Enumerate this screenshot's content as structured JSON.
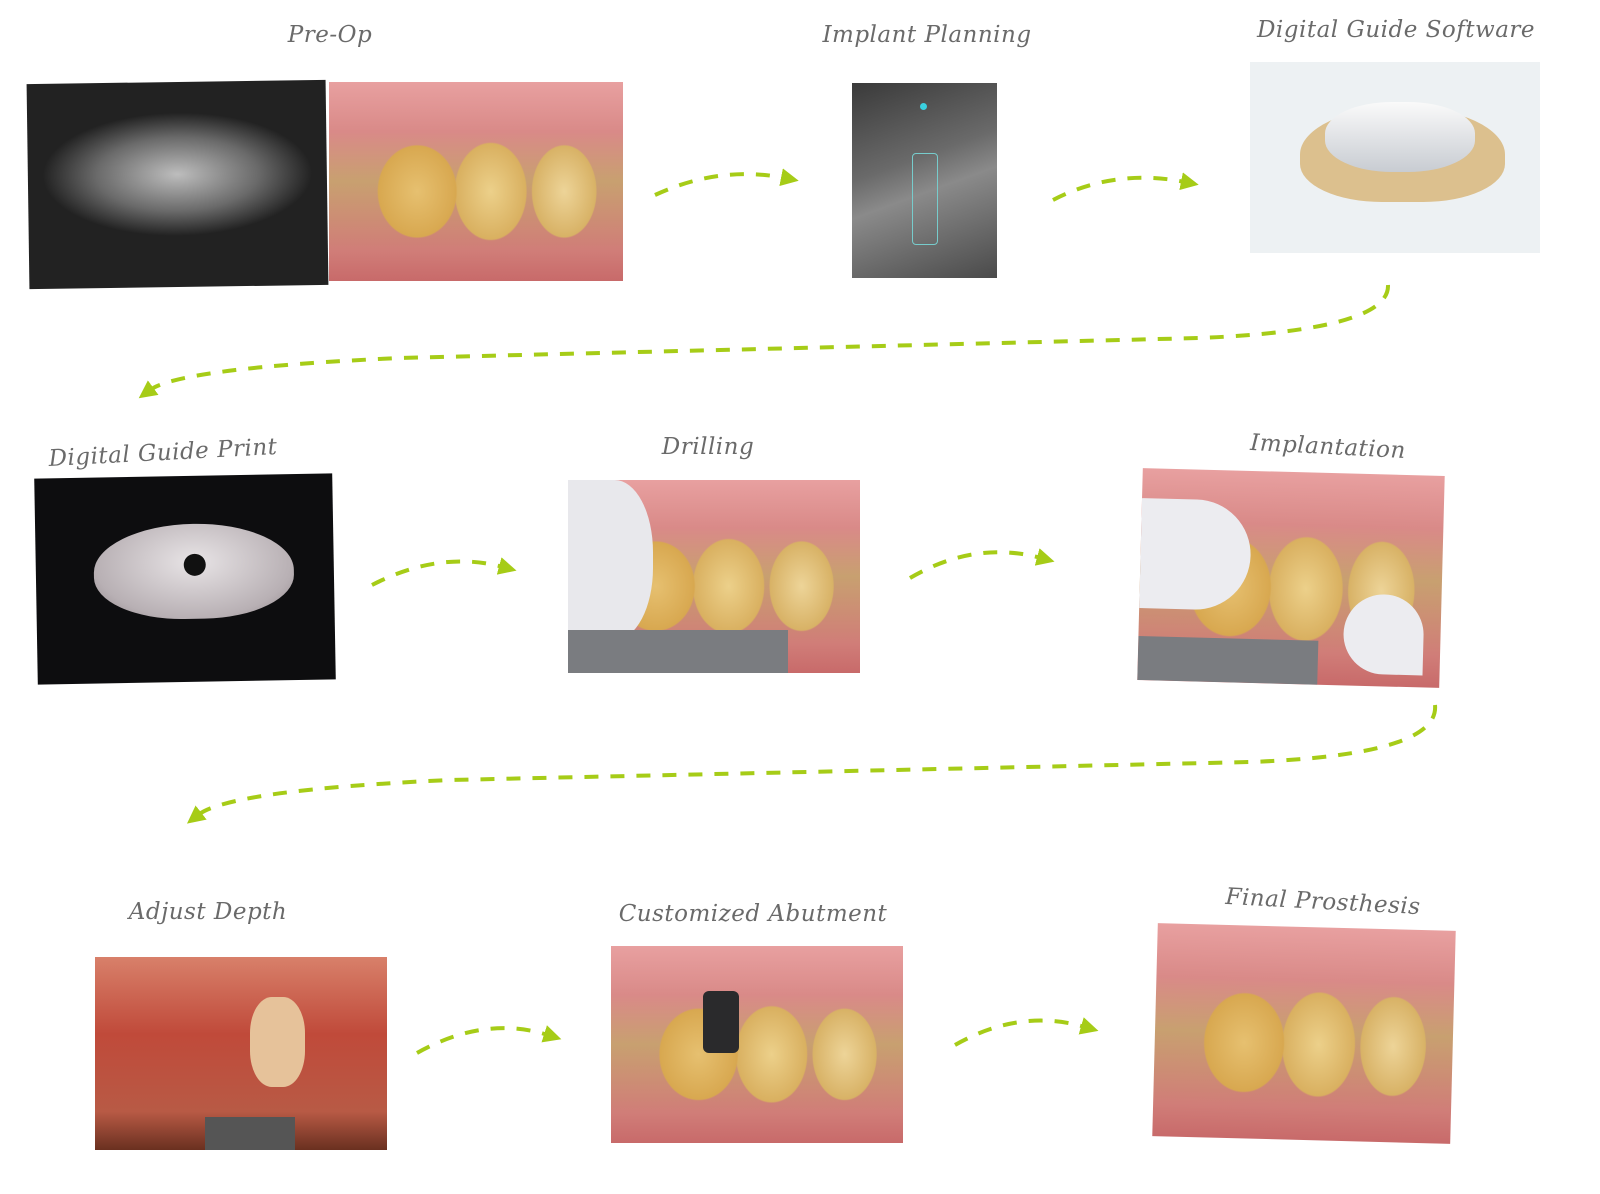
{
  "steps": [
    {
      "label": "Pre-Op"
    },
    {
      "label": "Implant Planning"
    },
    {
      "label": "Digital Guide Software"
    },
    {
      "label": "Digital Guide Print"
    },
    {
      "label": "Drilling"
    },
    {
      "label": "Implantation"
    },
    {
      "label": "Adjust Depth"
    },
    {
      "label": "Customized Abutment"
    },
    {
      "label": "Final Prosthesis"
    }
  ],
  "colors": {
    "arrow": "#a6cc17",
    "label": "#6a6a6a"
  }
}
